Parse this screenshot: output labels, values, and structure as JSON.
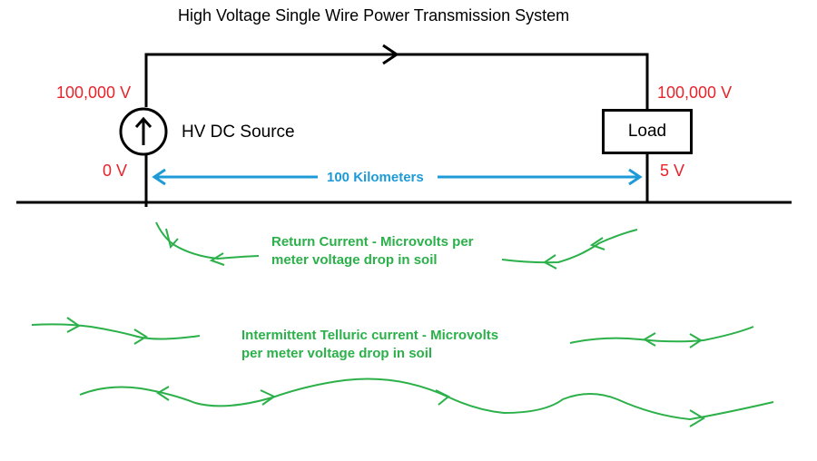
{
  "title": "High Voltage Single Wire Power Transmission System",
  "labels": {
    "source_top_voltage": "100,000 V",
    "source_bottom_voltage": "0 V",
    "source_name": "HV DC Source",
    "load_top_voltage": "100,000 V",
    "load_bottom_voltage": "5 V",
    "load_name": "Load",
    "distance": "100 Kilometers",
    "return_current_line1": "Return Current - Microvolts per",
    "return_current_line2": "meter voltage drop in soil",
    "telluric_line1": "Intermittent Telluric current - Microvolts",
    "telluric_line2": "per meter voltage drop in soil"
  },
  "colors": {
    "wire": "#000000",
    "voltage_text": "#e8232a",
    "distance_arrow": "#1e9bd7",
    "current_lines": "#2bb04a"
  }
}
